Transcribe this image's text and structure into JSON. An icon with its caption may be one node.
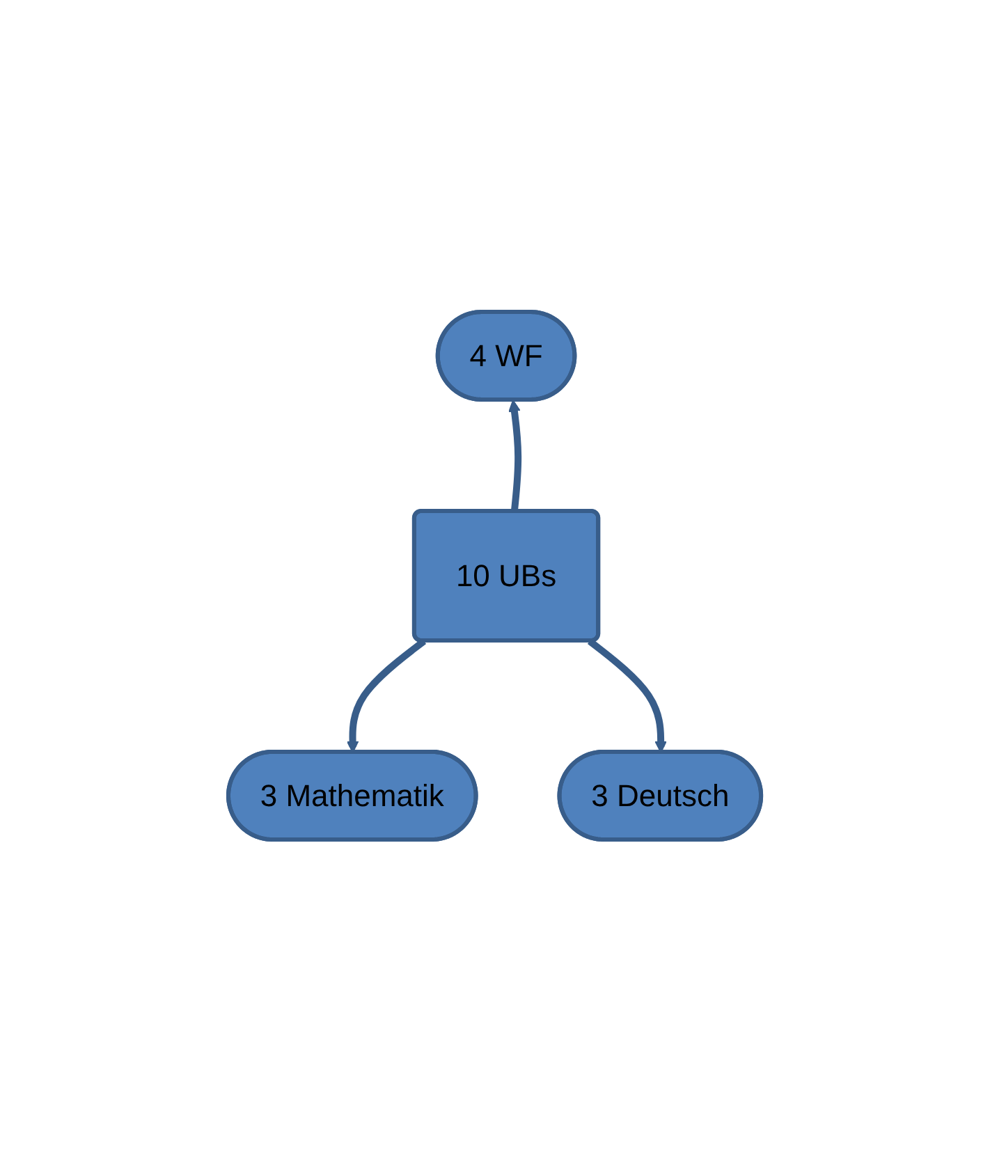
{
  "diagram": {
    "nodes": [
      {
        "text": [
          "4 WF"
        ]
      },
      {
        "text": [
          "10 UBs"
        ]
      },
      {
        "text": [
          "3 Mathematik"
        ]
      },
      {
        "text": [
          "3 Deutsch"
        ]
      }
    ],
    "edges": [
      {
        "from": 1,
        "to": 0,
        "arrow": "to"
      },
      {
        "from": 1,
        "to": 2,
        "arrow": "to"
      },
      {
        "from": 1,
        "to": 3,
        "arrow": "to"
      }
    ]
  }
}
